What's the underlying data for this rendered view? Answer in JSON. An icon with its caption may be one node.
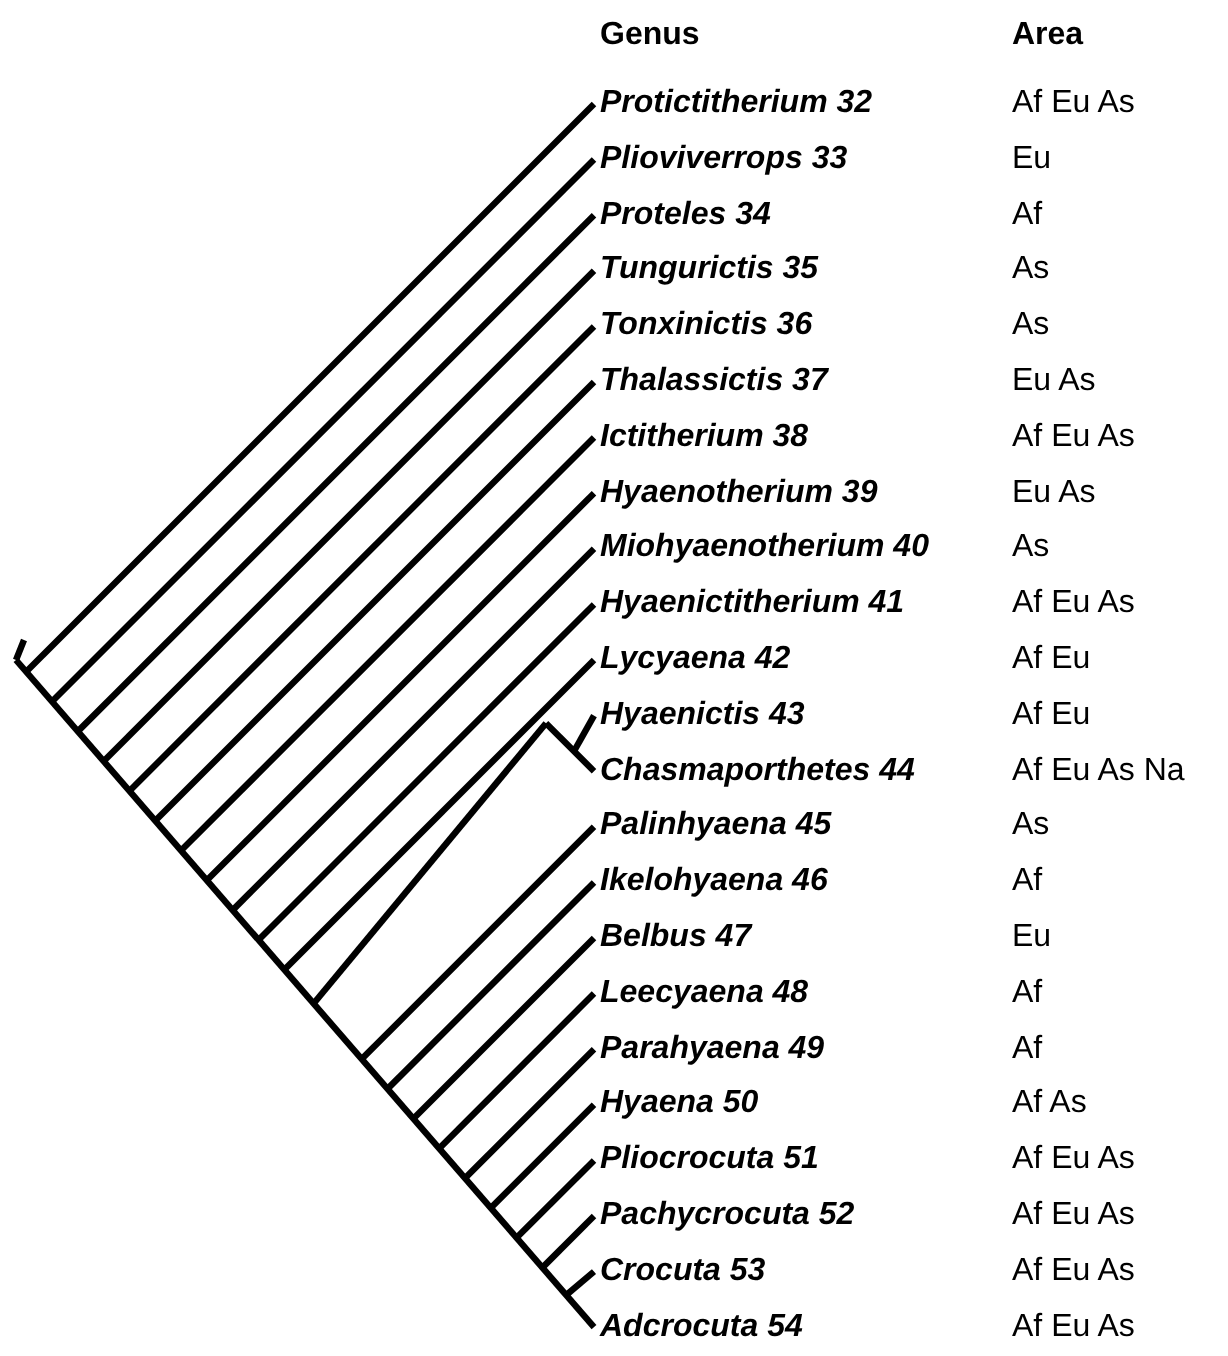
{
  "diagram": {
    "labels": [
      "Genus",
      "Area",
      "Protictitherium 32",
      "Af Eu As",
      "Plioviverrops 33",
      "Eu",
      "Proteles 34",
      "Af",
      "Tungurictis 35",
      "As",
      "Tonxinictis 36",
      "As",
      "Thalassictis 37",
      "Eu As",
      "Ictitherium 38",
      "Af Eu As",
      "Hyaenotherium 39",
      "Eu As",
      "Miohyaenotherium 40",
      "As",
      "Hyaenictitherium 41",
      "Af Eu As",
      "Lycyaena 42",
      "Af Eu",
      "Hyaenictis 43",
      "Af Eu",
      "Chasmaporthetes 44",
      "Af Eu As Na",
      "Palinhyaena 45",
      "As",
      "Ikelohyaena 46",
      "Af",
      "Belbus 47",
      "Eu",
      "Leecyaena 48",
      "Af",
      "Parahyaena 49",
      "Af",
      "Hyaena 50",
      "Af As",
      "Pliocrocuta 51",
      "Af Eu As",
      "Pachycrocuta 52",
      "Af Eu As",
      "Crocuta 53",
      "Af Eu As",
      "Adcrocuta 54",
      "Af Eu As"
    ]
  }
}
